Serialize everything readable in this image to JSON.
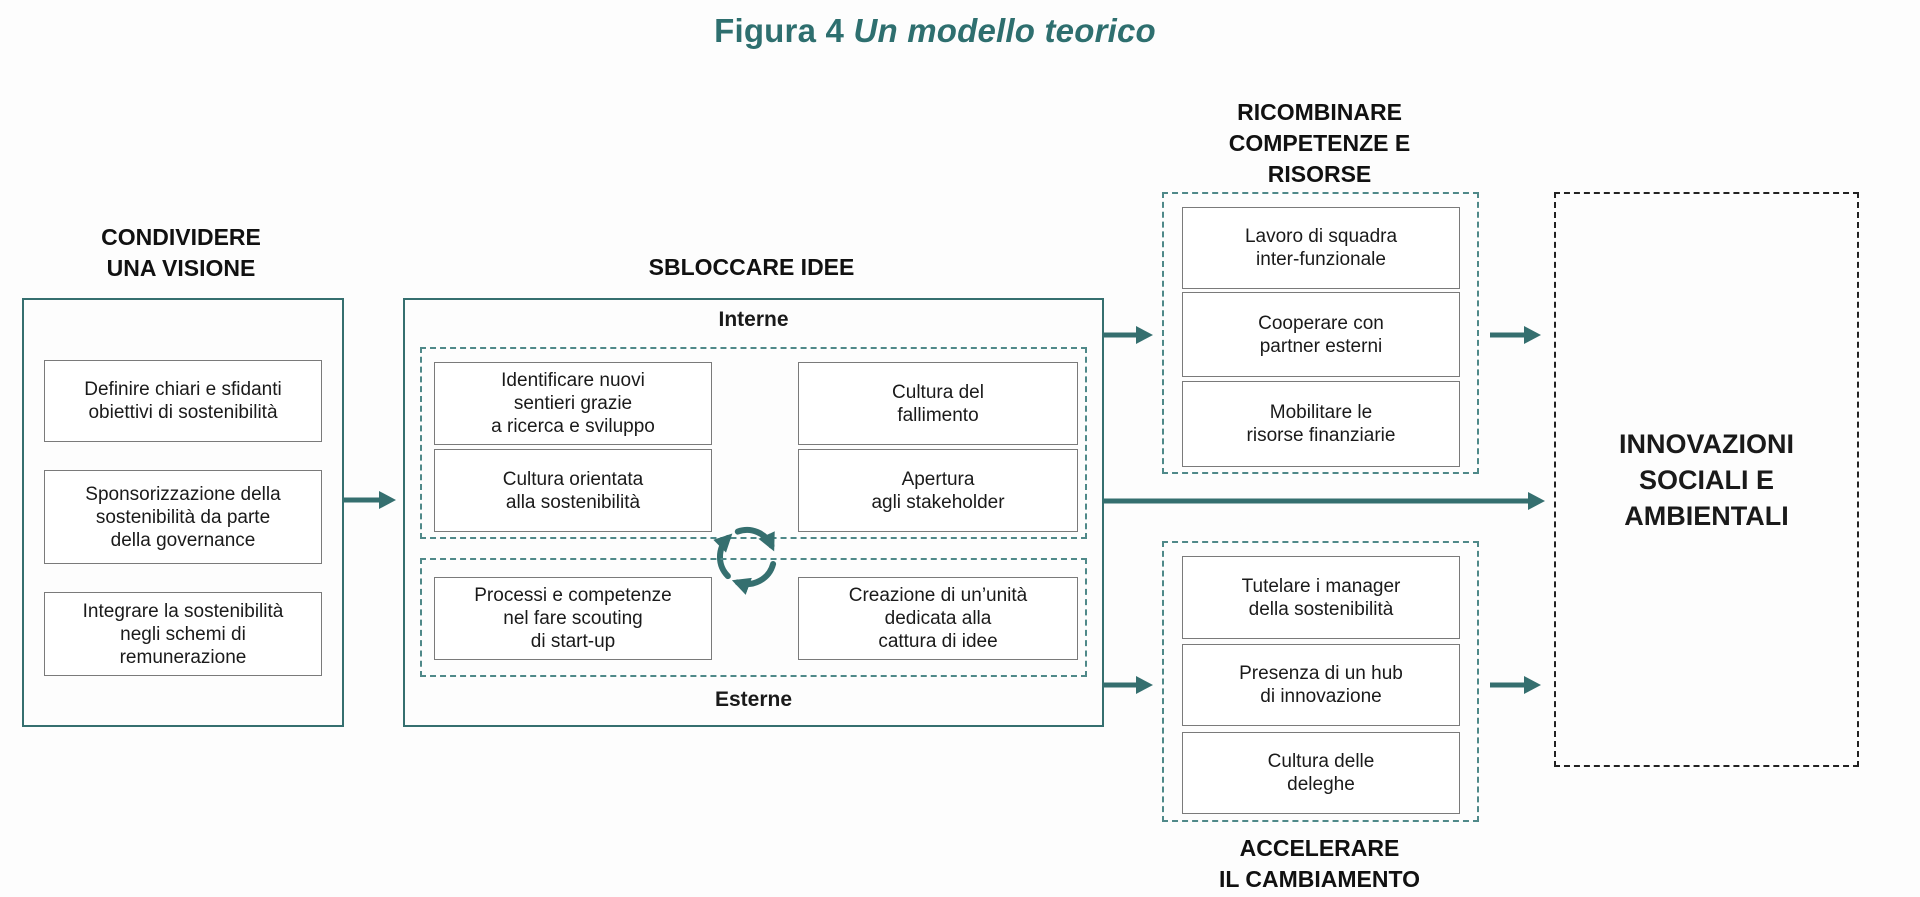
{
  "title": {
    "label": "Figura 4",
    "subtitle": "Un modello teorico"
  },
  "colors": {
    "teal_accent": "#2e6f6f",
    "teal_border": "#356f6f",
    "teal_dashed": "#4f8989",
    "gray_box_border": "#7a7a7a",
    "black_dashed": "#222222",
    "text": "#1a1a1a"
  },
  "sections": {
    "vision": {
      "heading": "CONDIVIDERE\nUNA VISIONE",
      "items": [
        "Definire chiari e sfidanti\nobiettivi di sostenibilità",
        "Sponsorizzazione della\nsostenibilità da parte\ndella governance",
        "Integrare la sostenibilità\nnegli schemi di\nremunerazione"
      ]
    },
    "ideas": {
      "heading": "SBLOCCARE IDEE",
      "internal_label": "Interne",
      "external_label": "Esterne",
      "internal_items": [
        "Identificare nuovi\nsentieri grazie\na ricerca e sviluppo",
        "Cultura del\nfallimento",
        "Cultura orientata\nalla sostenibilità",
        "Apertura\nagli stakeholder"
      ],
      "external_items": [
        "Processi e competenze\nnel fare scouting\ndi start-up",
        "Creazione di un’unità\ndedicata alla\ncattura di idee"
      ],
      "cycle_icon": "cycle-arrows-icon"
    },
    "recombine": {
      "heading": "RICOMBINARE\nCOMPETENZE E\nRISORSE",
      "items": [
        "Lavoro di squadra\ninter-funzionale",
        "Cooperare con\npartner esterni",
        "Mobilitare le\nrisorse finanziarie"
      ]
    },
    "accelerate": {
      "heading": "ACCELERARE\nIL CAMBIAMENTO",
      "items": [
        "Tutelare i manager\ndella sostenibilità",
        "Presenza di un hub\ndi innovazione",
        "Cultura delle\ndeleghe"
      ]
    },
    "outcome": {
      "label": "INNOVAZIONI\nSOCIALI E\nAMBIENTALI"
    }
  }
}
